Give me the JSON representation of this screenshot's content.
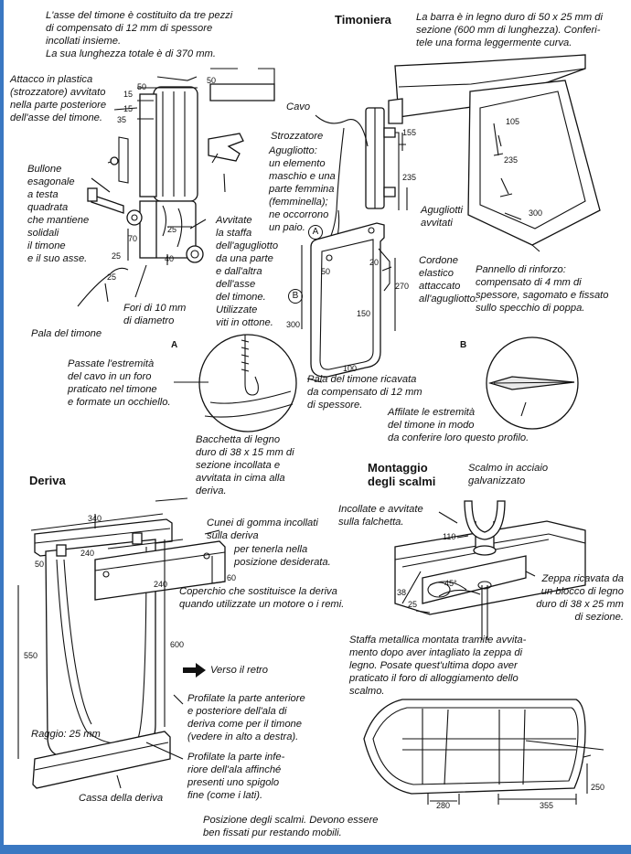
{
  "headings": {
    "timoniera": "Timoniera",
    "deriva": "Deriva",
    "montaggio": "Montaggio\ndegli scalmi"
  },
  "labels": {
    "asse_timone": "L'asse del timone è costituito da tre pezzi\ndi compensato di 12 mm di spessore\nincollati insieme.\nLa sua lunghezza totale è di 370 mm.",
    "barra": "La barra è in legno duro di 50 x 25 mm di\nsezione (600 mm di lunghezza). Conferi-\ntele una forma leggermente curva.",
    "attacco": "Attacco in plastica\n(strozzatore) avvitato\nnella parte posteriore\ndell'asse del timone.",
    "cavo": "Cavo",
    "strozzatore": "Strozzatore",
    "agugliotto": "Agugliotto:\nun elemento\nmaschio e una\nparte femmina\n(femminella);\nne occorrono\nun paio.",
    "agugliotti_avvitati": "Agugliotti\navvitati",
    "bullone": "Bullone\nesagonale\na testa\nquadrata\nche mantiene\nsolidali\nil timone\ne il suo asse.",
    "avvitate_staffa": "Avvitate\nla staffa\ndell'agugliotto\nda una parte\ne dall'altra\ndell'asse\ndel timone.\nUtilizzate\nviti in ottone.",
    "cordone": "Cordone\nelastico\nattaccato\nall'agugliotto.",
    "pannello": "Pannello di rinforzo:\ncompensato di 4 mm di\nspessore, sagomato e fissato\nsullo specchio di poppa.",
    "fori": "Fori di 10 mm\ndi diametro",
    "pala": "Pala del timone",
    "passate": "Passate l'estremità\ndel cavo in un foro\npraticato nel timone\ne formate un occhiello.",
    "pala_ricavata": "Pala del timone ricavata\nda compensato di 12 mm\ndi spessore.",
    "affilate": "Affilate le estremità\ndel timone in modo\nda conferire loro questo profilo.",
    "bacchetta": "Bacchetta di legno\nduro di 38 x 15 mm di\nsezione incollata e\navvitata in cima alla\nderiva.",
    "scalmo": "Scalmo in acciaio\ngalvanizzato",
    "incollate": "Incollate e avvitate\nsulla falchetta.",
    "cunei": "Cunei di gomma incollati\nsulla deriva",
    "tenerla": "per tenerla nella\nposizione desiderata.",
    "zeppa": "Zeppa ricavata da\nun blocco di legno\nduro di 38 x 25 mm\ndi sezione.",
    "coperchio": "Coperchio che sostituisce la deriva\nquando utilizzate un motore o i remi.",
    "staffa_metallica": "Staffa metallica montata tramite avvita-\nmento dopo aver intagliato la zeppa di\nlegno. Posate quest'ultima dopo aver\npraticato il foro di alloggiamento dello\nscalmo.",
    "verso_retro": "Verso il retro",
    "profilate_ant": "Profilate la parte anteriore\ne posteriore dell'ala di\nderiva come per il timone\n(vedere in alto a destra).",
    "raggio": "Raggio: 25 mm",
    "profilate_inf": "Profilate la parte infe-\nriore dell'ala affinché\npresenti  uno  spigolo\nfine (come i lati).",
    "cassa": "Cassa della deriva",
    "posizione": "Posizione degli scalmi. Devono essere\nben fissati pur restando mobili."
  },
  "panel_labels": {
    "a": "A",
    "b": "B",
    "circle_a": "A",
    "circle_b": "B"
  },
  "dims": {
    "d15a": "15",
    "d50a": "50",
    "d15b": "15",
    "d35": "35",
    "d50b": "50",
    "d25a": "25",
    "d70": "70",
    "d40": "40",
    "d25b": "25",
    "d25c": "25",
    "d155": "155",
    "d235a": "235",
    "d105": "105",
    "d235b": "235",
    "d300a": "300",
    "d50c": "50",
    "d20": "20",
    "d270": "270",
    "d150": "150",
    "d300b": "300",
    "d100": "100",
    "d340": "340",
    "d240a": "240",
    "d50d": "50",
    "d240b": "240",
    "d60": "60",
    "d550": "550",
    "d600": "600",
    "d110": "110",
    "d45": "45°",
    "d38": "38",
    "d25d": "25",
    "d250": "250",
    "d280": "280",
    "d355": "355"
  }
}
